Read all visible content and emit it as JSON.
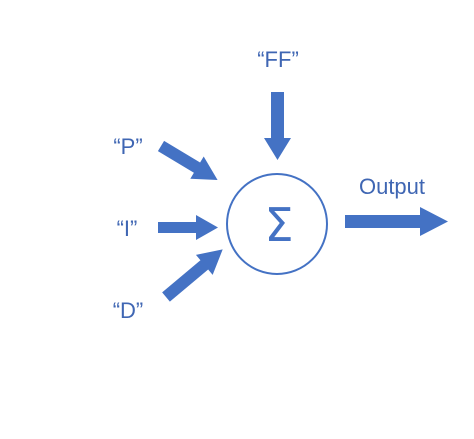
{
  "colors": {
    "accent": "#4472C4",
    "text": "#3F66B3",
    "background": "#FFFFFF"
  },
  "diagram": {
    "summing_symbol": "Σ",
    "inputs": {
      "ff": "“FF”",
      "p": "“P”",
      "i": "“I”",
      "d": "“D”"
    },
    "output": "Output"
  }
}
